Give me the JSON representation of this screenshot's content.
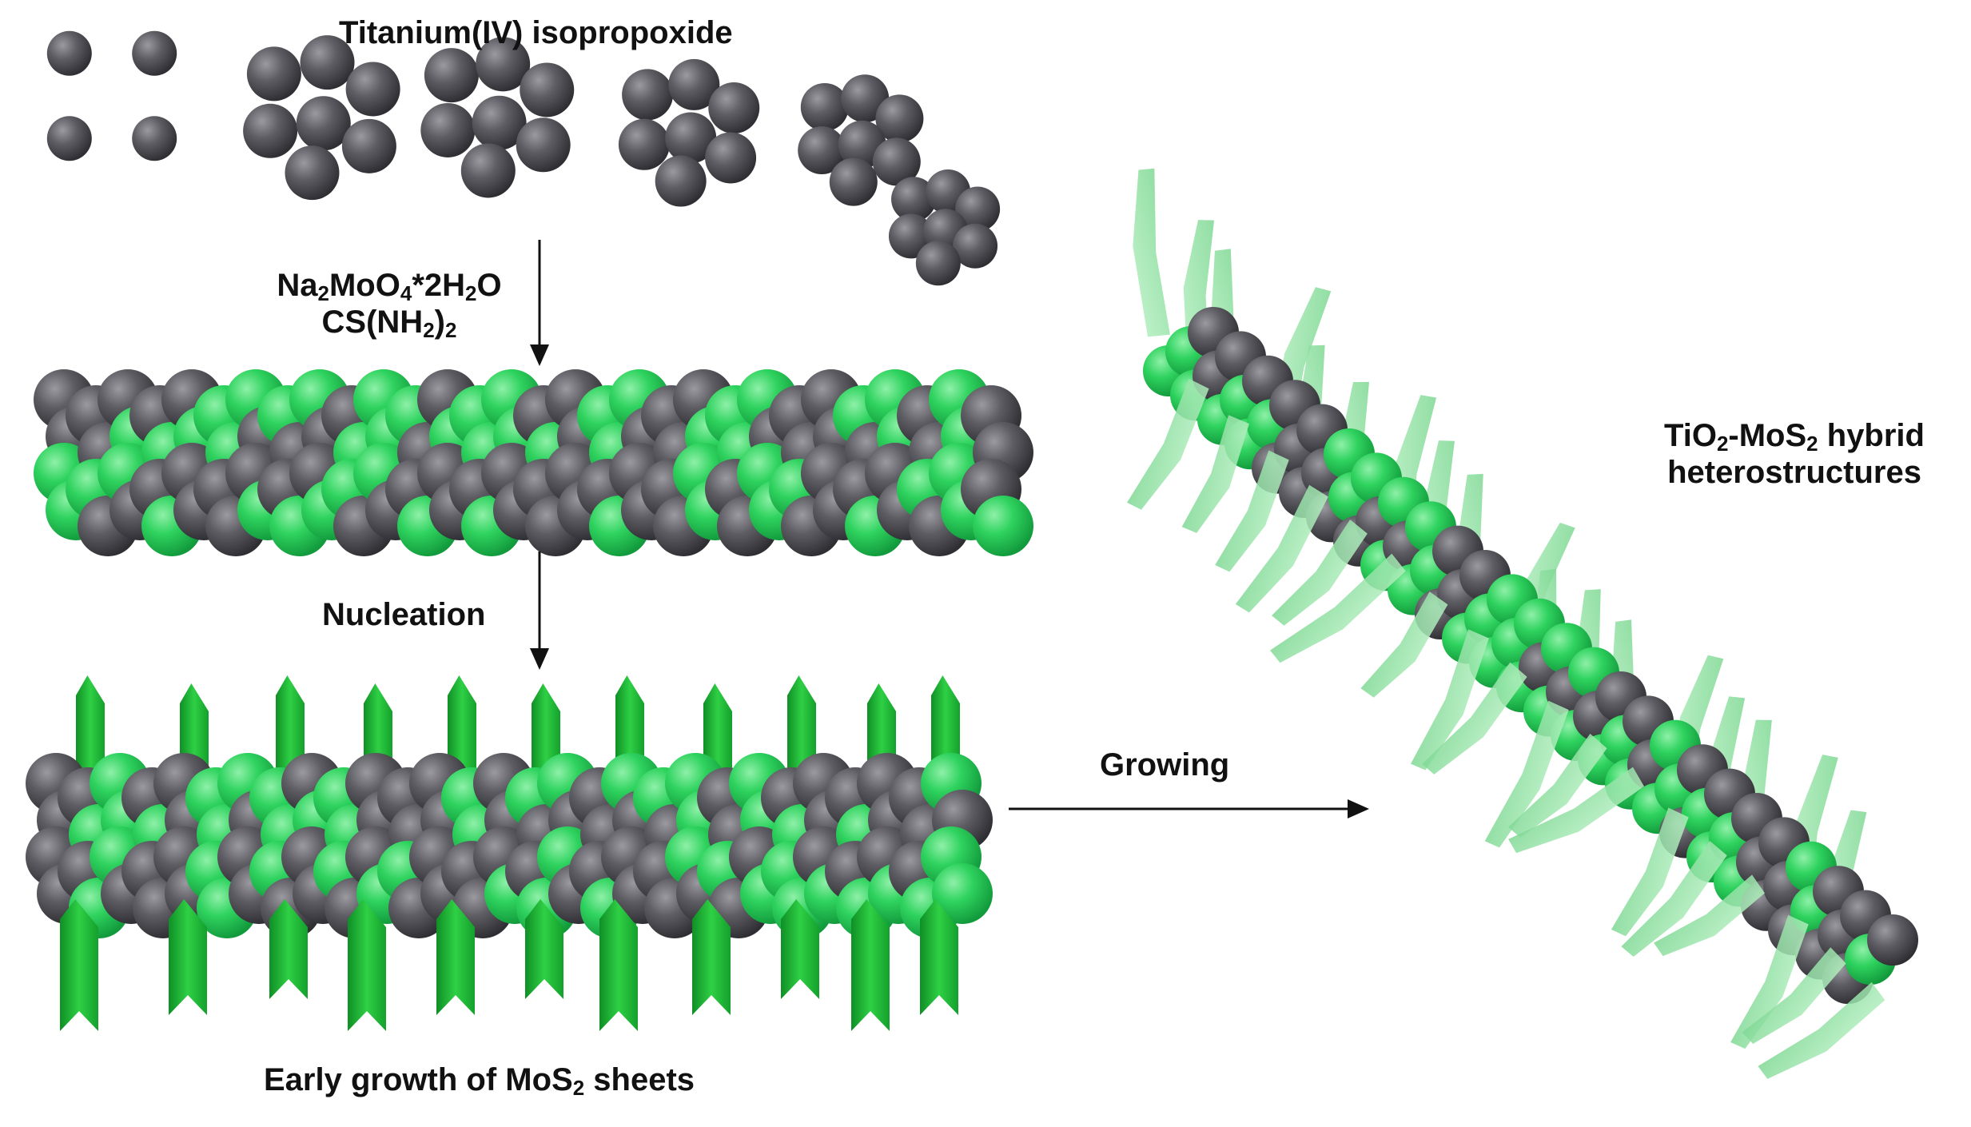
{
  "labels": {
    "precursor": "Titanium(IV) isopropoxide",
    "reagent_line1": {
      "a": "Na",
      "a_sub": "2",
      "b": "MoO",
      "b_sub": "4",
      "c": "*2H",
      "c_sub": "2",
      "d": "O"
    },
    "reagent_line2": {
      "a": "CS(NH",
      "a_sub": "2",
      "b": ")",
      "b_sub": "2"
    },
    "nucleation": "Nucleation",
    "early_growth": {
      "a": "Early growth of MoS",
      "a_sub": "2",
      "b": " sheets"
    },
    "growing": "Growing",
    "hybrid_line1": {
      "a": "TiO",
      "a_sub": "2",
      "b": "-MoS",
      "b_sub": "2",
      "c": " hybrid"
    },
    "hybrid_line2": "heterostructures"
  },
  "colors": {
    "titanium_sphere": "#5d5d63",
    "titanium_highlight": "#9a9aa0",
    "sulfur_sphere": "#2fd35f",
    "sulfur_highlight": "#8ff0a8",
    "early_sheet": "#22c23d",
    "mature_sheet": "#8fe3a0",
    "arrow": "#111111"
  }
}
